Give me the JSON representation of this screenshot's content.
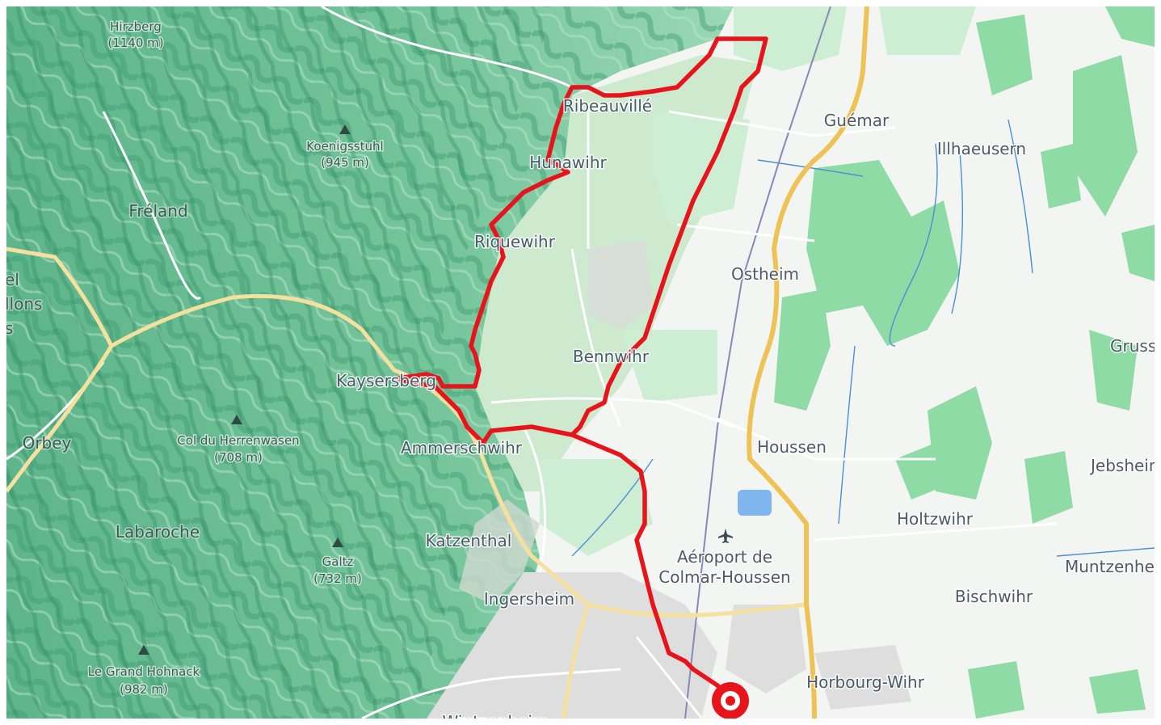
{
  "map": {
    "colors": {
      "mountain_base": "#7cc7a0",
      "mountain_shadow": "#3f9b73",
      "forest": "#8fdca5",
      "plain": "#f3f5f2",
      "route": "#e8141c",
      "highway": "#f2cd6b",
      "major_road": "#f5e3a9",
      "rail": "#8a86b8",
      "river": "#4a8fd6",
      "urban": "#dcdcdc"
    },
    "labels": {
      "hirzberg": "Hirzberg",
      "hirzberg_elev": "(1140 m)",
      "koenigsstuhl": "Koenigsstuhl",
      "koenigsstuhl_elev": "(945 m)",
      "freland": "Fréland",
      "col_herrenwasen": "Col du Herrenwasen",
      "col_herrenwasen_elev": "(708 m)",
      "orbey": "Orbey",
      "labaroche": "Labaroche",
      "galtz": "Galtz",
      "galtz_elev": "(732 m)",
      "grand_hohnack": "Le Grand Hohnack",
      "grand_hohnack_elev": "(982 m)",
      "edge_el": "el",
      "edge_llons": "llons",
      "edge_s": "s",
      "ribeauville": "Ribeauvillé",
      "hunawihr": "Hunawihr",
      "riquewihr": "Riquewihr",
      "bennwihr": "Bennwihr",
      "kaysersberg": "Kaysersberg",
      "ammerschwihr": "Ammerschwihr",
      "katzenthal": "Katzenthal",
      "ingersheim": "Ingersheim",
      "wintzenheim": "Wintzenheim",
      "guemar": "Guémar",
      "illhaeusern": "Illhaeusern",
      "ostheim": "Ostheim",
      "houssen": "Houssen",
      "airport_1": "Aéroport de",
      "airport_2": "Colmar-Houssen",
      "holtzwihr": "Holtzwihr",
      "bischwihr": "Bischwihr",
      "horbourg": "Horbourg-Wihr",
      "grussenheim": "Grusse",
      "jebsheim": "Jebsheim",
      "muntzenheim": "Muntzenhei"
    },
    "icons": {
      "peak": "mountain-peak-triangle-icon",
      "airport": "airplane-icon",
      "end_marker": "route-end-target-icon"
    }
  }
}
